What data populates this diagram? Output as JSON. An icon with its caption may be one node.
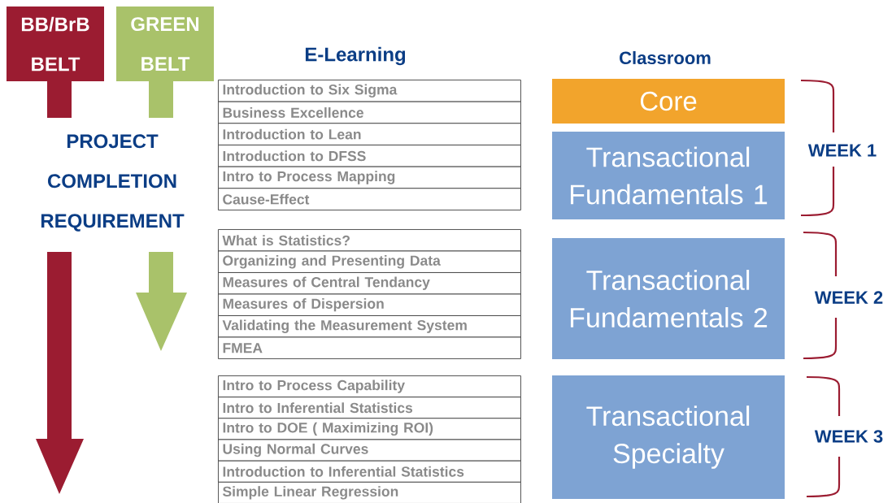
{
  "diagram": {
    "nodes": [
      {
        "text": [
          "BB/BrB BELT"
        ]
      },
      {
        "text": [
          "GREEN BELT"
        ]
      },
      {
        "text": [
          "Introduction to Six Sigma"
        ]
      },
      {
        "text": [
          "Business Excellence"
        ]
      },
      {
        "text": [
          "Introduction to Lean"
        ]
      },
      {
        "text": [
          "Introduction to DFSS"
        ]
      },
      {
        "text": [
          "Intro to Process Mapping"
        ]
      },
      {
        "text": [
          "Cause-Effect"
        ]
      },
      {
        "text": [
          "What is Statistics?"
        ]
      },
      {
        "text": [
          "Organizing and Presenting Data"
        ]
      },
      {
        "text": [
          "Measures of Central Tendancy"
        ]
      },
      {
        "text": [
          "Measures of Dispersion"
        ]
      },
      {
        "text": [
          "Validating the Measurement System"
        ]
      },
      {
        "text": [
          "FMEA"
        ]
      },
      {
        "text": [
          "Intro to Process Capability"
        ]
      },
      {
        "text": [
          "Intro to Inferential Statistics"
        ]
      },
      {
        "text": [
          "Intro to DOE ( Maximizing ROI)"
        ]
      },
      {
        "text": [
          "Using Normal Curves"
        ]
      },
      {
        "text": [
          "Introduction to Inferential Statistics"
        ]
      },
      {
        "text": [
          "Simple Linear Regression"
        ]
      },
      {
        "text": [
          "Core"
        ]
      },
      {
        "text": [
          "Transactional Fundamentals 1"
        ]
      },
      {
        "text": [
          "Transactional Fundamentals 2"
        ]
      },
      {
        "text": [
          "Transactional Specialty"
        ]
      }
    ],
    "labels": [
      "E-Learning",
      "Classroom",
      "PROJECT COMPLETION REQUIREMENT",
      "WEEK 1",
      "WEEK 2",
      "WEEK 3"
    ]
  }
}
